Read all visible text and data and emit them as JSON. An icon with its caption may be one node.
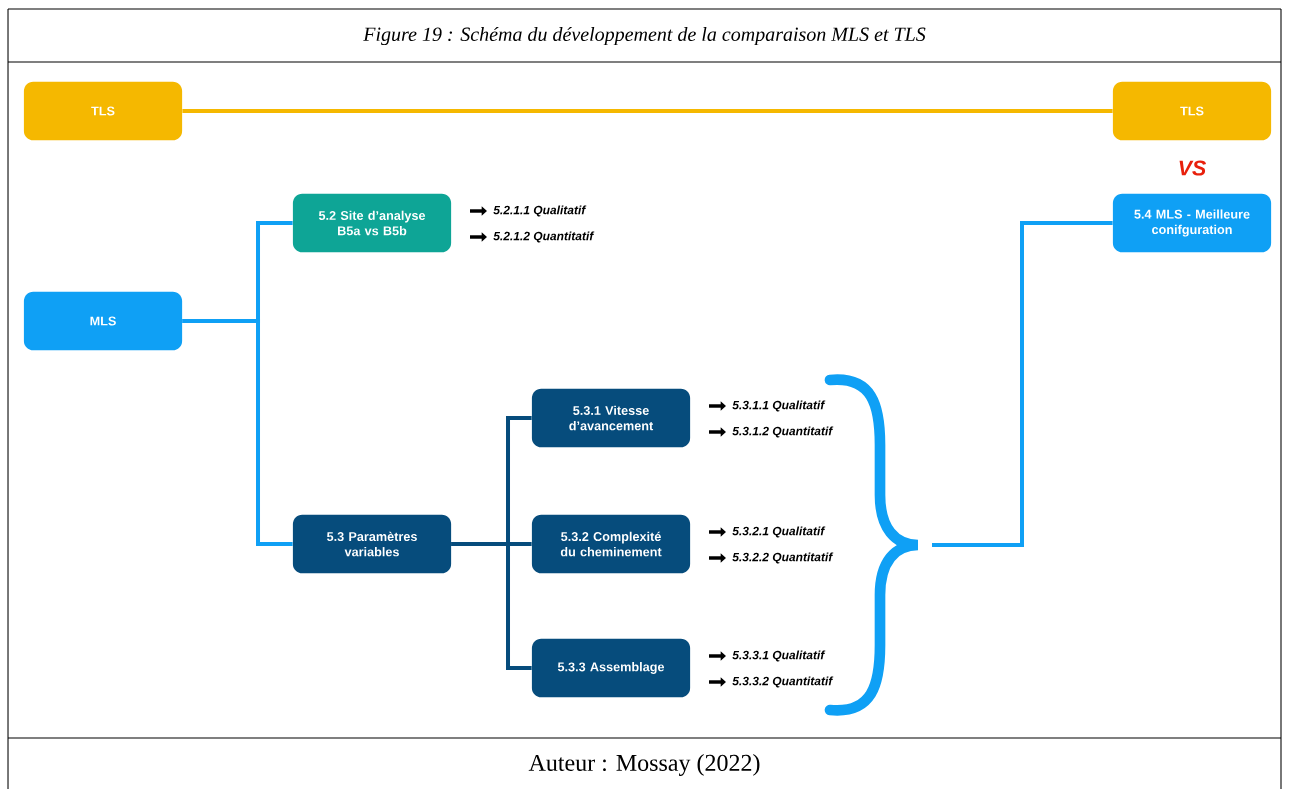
{
  "diagram": {
    "title": "Figure 19 : Schéma du développement de la comparaison MLS et TLS",
    "caption": "Auteur : Mossay (2022)",
    "nodes": [
      {
        "text": [
          "TLS"
        ]
      },
      {
        "text": [
          "TLS"
        ]
      },
      {
        "text": [
          "MLS"
        ]
      },
      {
        "text": [
          "5.2 Site d’analyse B5a vs B5b"
        ],
        "beside": [
          "5.2.1.1 Qualitatif",
          "5.2.1.2 Quantitatif"
        ]
      },
      {
        "text": [
          "5.3 Paramètres variables"
        ]
      },
      {
        "text": [
          "5.3.1 Vitesse d’avancement"
        ],
        "beside": [
          "5.3.1.1 Qualitatif",
          "5.3.1.2 Quantitatif"
        ]
      },
      {
        "text": [
          "5.3.2 Complexité du cheminement"
        ],
        "beside": [
          "5.3.2.1 Qualitatif",
          "5.3.2.2 Quantitatif"
        ]
      },
      {
        "text": [
          "5.3.3 Assemblage"
        ],
        "beside": [
          "5.3.3.1 Qualitatif",
          "5.3.3.2 Quantitatif"
        ]
      },
      {
        "text": [
          "5.4 MLS - Meilleure conifguration"
        ]
      }
    ],
    "edges": [
      {
        "from": 0,
        "to": 1,
        "arrow": "none",
        "color": "#f5b800"
      },
      {
        "from": 2,
        "to": 3,
        "arrow": "none"
      },
      {
        "from": 2,
        "to": 4,
        "arrow": "none"
      },
      {
        "from": 4,
        "to": 5,
        "arrow": "none",
        "color": "#064c7c"
      },
      {
        "from": 4,
        "to": 6,
        "arrow": "none",
        "color": "#064c7c"
      },
      {
        "from": 4,
        "to": 7,
        "arrow": "none",
        "color": "#064c7c"
      },
      {
        "from": null,
        "to": 8,
        "arrow": "none"
      }
    ],
    "labels": [
      "VS"
    ]
  }
}
